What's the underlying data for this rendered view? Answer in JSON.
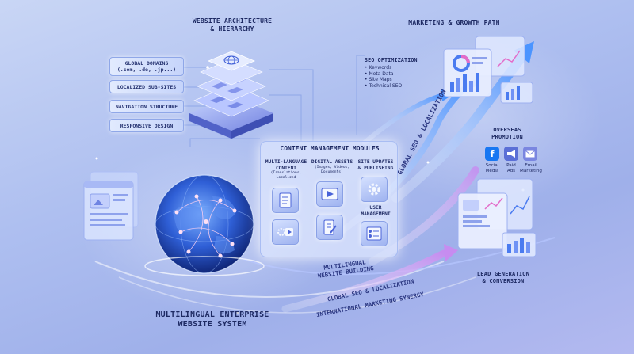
{
  "architecture": {
    "title_line1": "WEBSITE ARCHITECTURE",
    "title_line2": "& HIERARCHY",
    "items": [
      "GLOBAL DOMAINS\n(.com, .de, .jp...)",
      "LOCALIZED SUB-SITES",
      "NAVIGATION STRUCTURE",
      "RESPONSIVE DESIGN"
    ]
  },
  "marketing": {
    "title": "MARKETING & GROWTH PATH",
    "seo_title": "SEO OPTIMIZATION",
    "seo_items": [
      "• Keywords",
      "• Meta Data",
      "• Site Maps",
      "• Technical SEO"
    ],
    "promo_title_line1": "OVERSEAS",
    "promo_title_line2": "PROMOTION",
    "promo_channels": [
      {
        "icon": "facebook-icon",
        "line1": "Social",
        "line2": "Media",
        "color": "#1877f2"
      },
      {
        "icon": "megaphone-icon",
        "line1": "Paid",
        "line2": "Ads",
        "color": "#5b6fd6"
      },
      {
        "icon": "email-icon",
        "line1": "Email",
        "line2": "Marketing",
        "color": "#7a86e0"
      }
    ],
    "lead_line1": "LEAD GENERATION",
    "lead_line2": "& CONVERSION"
  },
  "cms": {
    "title": "CONTENT MANAGEMENT MODULES",
    "col1_line1": "MULTI-LANGUAGE",
    "col1_line2": "CONTENT",
    "col1_sub": "(Translations, Localized",
    "col2_line1": "DIGITAL ASSETS",
    "col2_sub1": "(Images, Videos,",
    "col2_sub2": "Documents)",
    "col3_line1": "SITE UPDATES",
    "col3_line2": "& PUBLISHING",
    "col3b_line1": "USER",
    "col3b_line2": "MANAGEMENT"
  },
  "flows": {
    "vertical_label": "GLOBAL SEO & LOCALIZATION",
    "arc1_line1": "MULTILINGUAL",
    "arc1_line2": "WEBSITE BUILDING",
    "arc2": "GLOBAL SEO & LOCALIZATION",
    "arc3": "INTERNATIONAL MARKETING SYNERGY"
  },
  "footer": {
    "title_line1": "MULTILINGUAL ENTERPRISE",
    "title_line2": "WEBSITE SYSTEM"
  },
  "colors": {
    "background": "#aebff0",
    "accent": "#3a6cf0",
    "text": "#1e2a63",
    "glow": "#ffffff"
  }
}
